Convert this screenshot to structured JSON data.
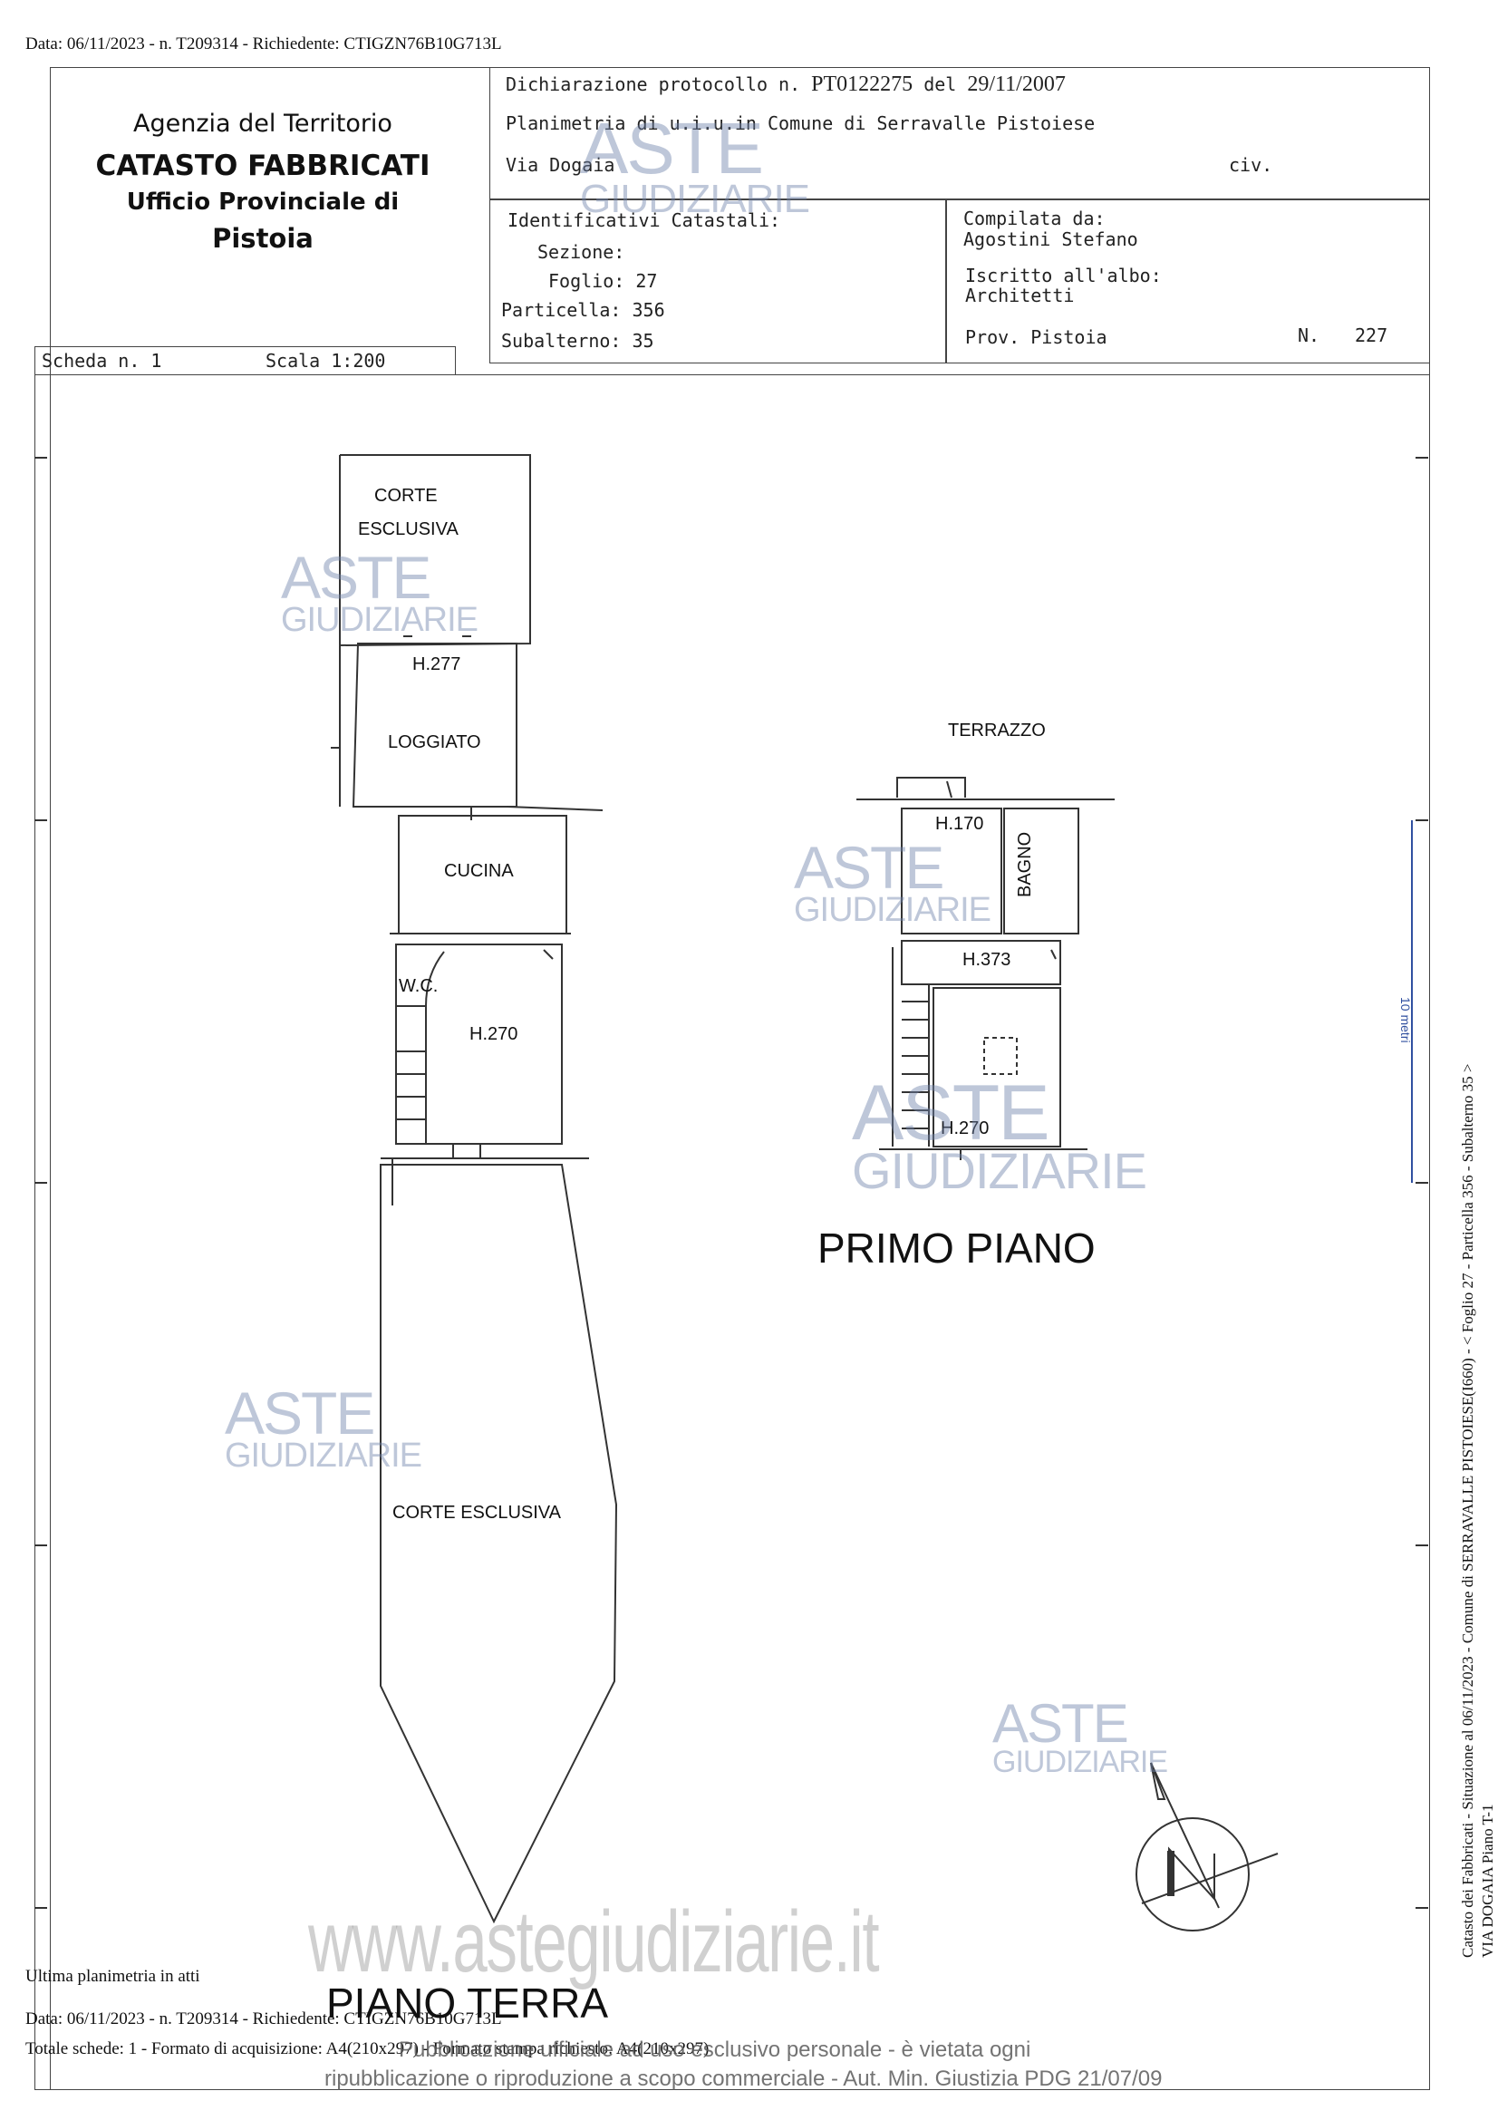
{
  "top_line": "Data: 06/11/2023 - n. T209314 - Richiedente: CTIGZN76B10G713L",
  "header": {
    "agency": "Agenzia del Territorio",
    "catasto": "CATASTO FABBRICATI",
    "ufficio": "Ufficio Provinciale di",
    "provincia": "Pistoia",
    "dichiarazione_label": "Dichiarazione protocollo n.",
    "protocollo": "PT0122275",
    "del_label": "del",
    "data_protocollo": "29/11/2007",
    "planimetria": "Planimetria di u.i.u.in Comune di Serravalle Pistoiese",
    "via": "Via Dogaia",
    "civ": "civ.",
    "identificativi_title": "Identificativi Catastali:",
    "sezione": "Sezione:",
    "foglio": "Foglio: 27",
    "particella": "Particella: 356",
    "subalterno": "Subalterno: 35",
    "compilata_label": "Compilata da:",
    "compilata_nome": "Agostini Stefano",
    "iscritto_label": "Iscritto all'albo:",
    "iscritto_albo": "Architetti",
    "prov_label": "Prov. Pistoia",
    "n_label": "N.",
    "n_value": "227",
    "scheda": "Scheda n. 1",
    "scala": "Scala 1:200"
  },
  "plan": {
    "corte_top_1": "CORTE",
    "corte_top_2": "ESCLUSIVA",
    "h277": "H.277",
    "loggiato": "LOGGIATO",
    "cucina": "CUCINA",
    "wc": "W.C.",
    "h270_ground": "H.270",
    "corte_esclusiva": "CORTE ESCLUSIVA",
    "piano_terra": "PIANO TERRA",
    "terrazzo": "TERRAZZO",
    "h170": "H.170",
    "bagno": "BAGNO",
    "h373": "H.373",
    "h270_first": "H.270",
    "primo_piano": "PRIMO PIANO"
  },
  "watermark": {
    "aste": "ASTE",
    "giudiziarie": "GIUDIZIARIE",
    "url": "www.astegiudiziarie.it",
    "notice_1": "Pubblicazione ufficiale ad uso esclusivo personale - è vietata ogni",
    "notice_2": "ripubblicazione o riproduzione a scopo commerciale - Aut. Min. Giustizia PDG 21/07/09"
  },
  "side_text": {
    "line1": "Catasto dei Fabbricati - Situazione al 06/11/2023 - Comune di SERRAVALLE PISTOIESE(I660) - < Foglio 27 - Particella 356 - Subalterno 35 >",
    "line2": "VIA DOGAIA Piano T-1",
    "scale_bar": "10 metri"
  },
  "footer": {
    "ultima": "Ultima planimetria in atti",
    "data_line": "Data: 06/11/2023 - n. T209314 - Richiedente: CTIGZN76B10G713L",
    "totale": "Totale schede: 1 - Formato di acquisizione: A4(210x297) - Formato stampa richiesto: A4(210x297)"
  }
}
